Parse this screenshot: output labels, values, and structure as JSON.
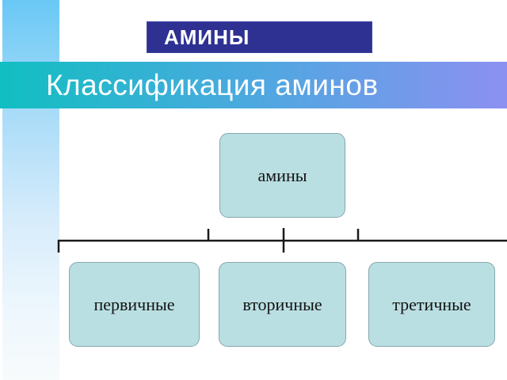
{
  "slide": {
    "badge": {
      "label": "АМИНЫ"
    },
    "banner": {
      "title": "Классификация аминов"
    }
  },
  "diagram": {
    "root_node": {
      "label": "амины"
    },
    "child_nodes": [
      {
        "label": "первичные"
      },
      {
        "label": "вторичные"
      },
      {
        "label": "третичные"
      }
    ]
  },
  "colors": {
    "badge_bg": "#2e3192",
    "badge_text": "#ffffff",
    "banner_gradient_left": "#10bfc1",
    "banner_gradient_mid": "#4ba9df",
    "banner_gradient_right": "#8c90f1",
    "banner_text": "#fbfdff",
    "left_bar_top": "#69c8f5",
    "left_bar_bottom": "#f8fbfc",
    "node_fill": "#badfe2",
    "node_border": "#85a7ac",
    "node_text": "#131313",
    "connector": "#1a1a1a"
  }
}
